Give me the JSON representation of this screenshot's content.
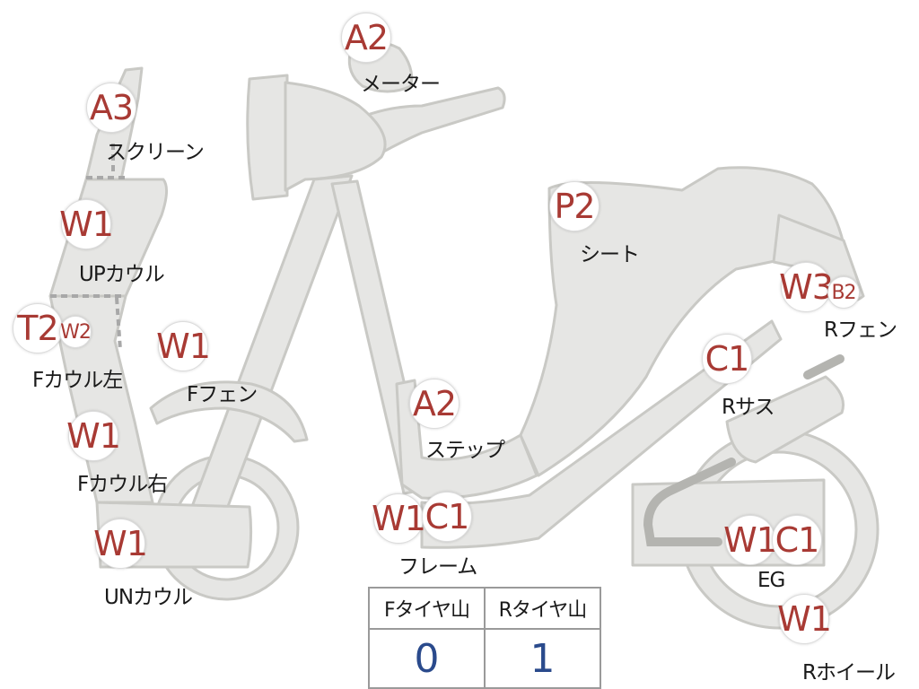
{
  "badges": {
    "meter": "A2",
    "screen": "A3",
    "upcowl": "W1",
    "fcowl_left": "T2",
    "fcowl_left_small": "W2",
    "ffender": "W1",
    "fcowl_right": "W1",
    "uncowl": "W1",
    "seat": "P2",
    "rfender": "W3",
    "rfender_small": "B2",
    "rsus": "C1",
    "step": "A2",
    "frame_w": "W1",
    "frame_c": "C1",
    "eg_w": "W1",
    "eg_c": "C1",
    "rwheel": "W1"
  },
  "labels": {
    "meter": "メーター",
    "screen": "スクリーン",
    "upcowl": "UPカウル",
    "fcowl_left": "Fカウル左",
    "ffender": "Fフェン",
    "fcowl_right": "Fカウル右",
    "uncowl": "UNカウル",
    "seat": "シート",
    "rfender": "Rフェン",
    "rsus": "Rサス",
    "step": "ステップ",
    "frame": "フレーム",
    "eg": "EG",
    "rwheel": "Rホイール"
  },
  "tires": {
    "f_label": "Fタイヤ山",
    "r_label": "Rタイヤ山",
    "f_value": "0",
    "r_value": "1"
  },
  "colors": {
    "badge_text": "#a83a34",
    "value_text": "#2a4a8c",
    "part_fill": "#e6e6e4"
  }
}
